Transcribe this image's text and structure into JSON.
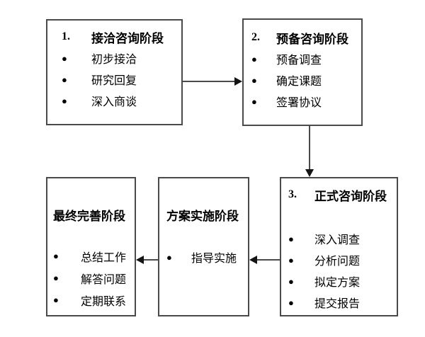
{
  "diagram": {
    "type": "flowchart",
    "bullet": "●",
    "boxes": [
      {
        "number": "1.",
        "title": "接洽咨询阶段",
        "items": [
          "初步接洽",
          "研究回复",
          "深入商谈"
        ]
      },
      {
        "number": "2.",
        "title": "预备咨询阶段",
        "items": [
          "预备调查",
          "确定课题",
          "签署协议"
        ]
      },
      {
        "number": "3.",
        "title": "正式咨询阶段",
        "items": [
          "深入调查",
          "分析问题",
          "拟定方案",
          "提交报告"
        ]
      },
      {
        "number": "",
        "title": "方案实施阶段",
        "items": [
          "指导实施"
        ]
      },
      {
        "number": "",
        "title": "最终完善阶段",
        "items": [
          "总结工作",
          "解答问题",
          "定期联系"
        ]
      }
    ],
    "connections": [
      {
        "from": "接洽咨询阶段",
        "to": "预备咨询阶段",
        "direction": "right"
      },
      {
        "from": "预备咨询阶段",
        "to": "正式咨询阶段",
        "direction": "down"
      },
      {
        "from": "正式咨询阶段",
        "to": "方案实施阶段",
        "direction": "left"
      },
      {
        "from": "方案实施阶段",
        "to": "最终完善阶段",
        "direction": "left"
      }
    ],
    "colors": {
      "background": "#ffffff",
      "border": "#4a4a4a",
      "arrow": "#141414",
      "text": "#000000"
    }
  }
}
